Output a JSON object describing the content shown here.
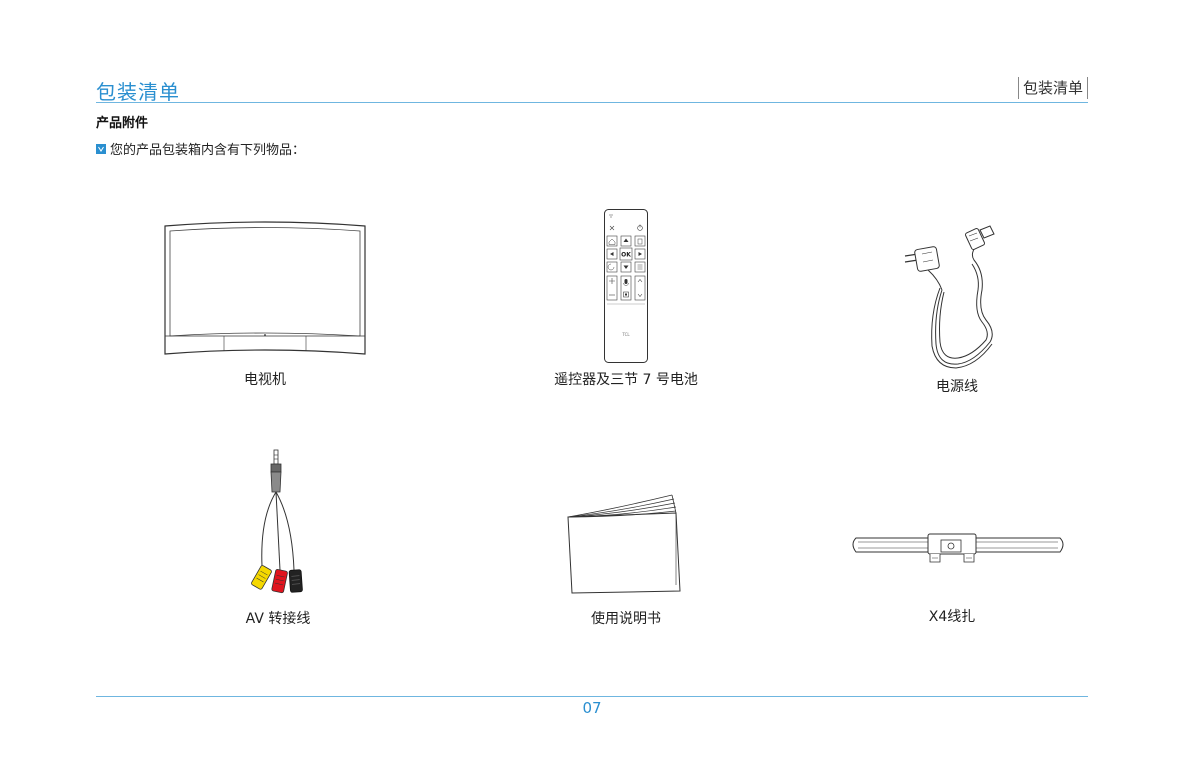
{
  "header": {
    "title": "包装清单",
    "tag": "包装清单"
  },
  "section": {
    "heading": "产品附件",
    "intro": "您的产品包装箱内含有下列物品："
  },
  "remote": {
    "ok_label": "OK",
    "brand": "TCL"
  },
  "items": [
    {
      "icon": "tv-icon",
      "label": "电视机"
    },
    {
      "icon": "remote-control-icon",
      "label": "遥控器及三节 7 号电池"
    },
    {
      "icon": "power-cord-icon",
      "label": "电源线"
    },
    {
      "icon": "av-cable-icon",
      "label": "AV 转接线"
    },
    {
      "icon": "manual-icon",
      "label": "使用说明书"
    },
    {
      "icon": "cable-tie-icon",
      "label": "X4线扎"
    }
  ],
  "footer": {
    "page_number": "07"
  },
  "colors": {
    "accent": "#2a8fd0",
    "rule": "#6fb6e0"
  }
}
